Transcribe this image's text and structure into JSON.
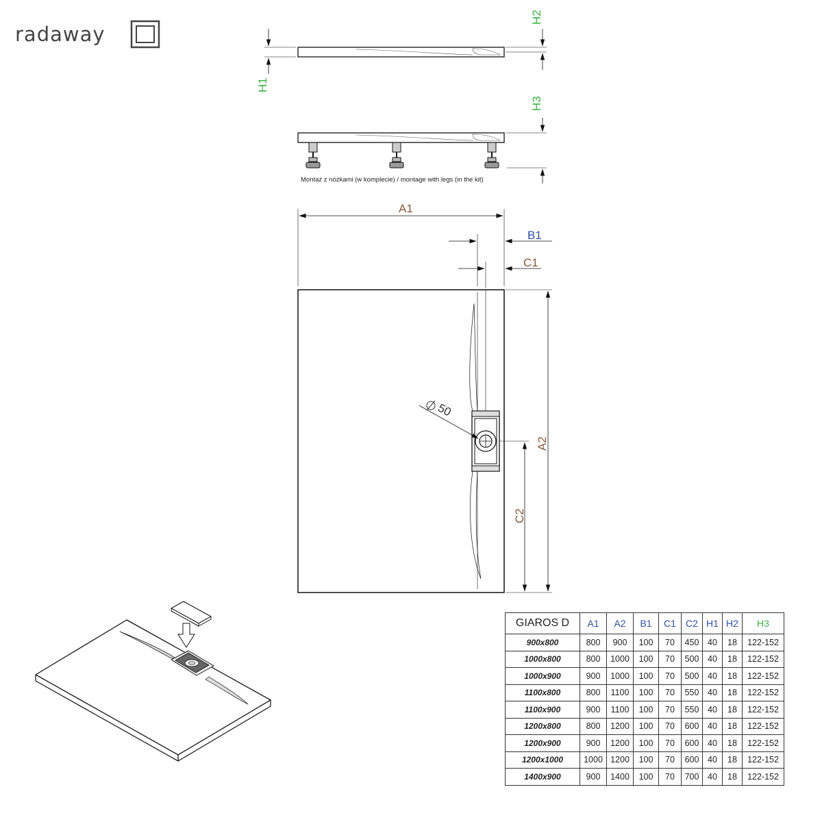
{
  "brand": {
    "name": "radaway",
    "logo_icon": "square-frame-logo-icon"
  },
  "labels": {
    "h1": "H1",
    "h2": "H2",
    "h3": "H3",
    "a1": "A1",
    "a2": "A2",
    "b1": "B1",
    "c1": "C1",
    "c2": "C2",
    "drain": "50"
  },
  "label_colors": {
    "h": "#3cb043",
    "a": "#8b5a3c",
    "b": "#2f4fa8",
    "c": "#8b5a3c"
  },
  "montage_note": "Montaż z nóżkami (w komplecie) / montage with legs (in the kit)",
  "table": {
    "headers": [
      "GIAROS D",
      "A1",
      "A2",
      "B1",
      "C1",
      "C2",
      "H1",
      "H2",
      "H3"
    ],
    "header_colors": [
      "#222222",
      "#2f4fa8",
      "#2f4fa8",
      "#2f4fa8",
      "#2f4fa8",
      "#2f4fa8",
      "#2f4fa8",
      "#2f4fa8",
      "#3cb043"
    ],
    "rows": [
      [
        "900x800",
        "800",
        "900",
        "100",
        "70",
        "450",
        "40",
        "18",
        "122-152"
      ],
      [
        "1000x800",
        "800",
        "1000",
        "100",
        "70",
        "500",
        "40",
        "18",
        "122-152"
      ],
      [
        "1000x900",
        "900",
        "1000",
        "100",
        "70",
        "500",
        "40",
        "18",
        "122-152"
      ],
      [
        "1100x800",
        "800",
        "1100",
        "100",
        "70",
        "550",
        "40",
        "18",
        "122-152"
      ],
      [
        "1100x900",
        "900",
        "1100",
        "100",
        "70",
        "550",
        "40",
        "18",
        "122-152"
      ],
      [
        "1200x800",
        "800",
        "1200",
        "100",
        "70",
        "600",
        "40",
        "18",
        "122-152"
      ],
      [
        "1200x900",
        "900",
        "1200",
        "100",
        "70",
        "600",
        "40",
        "18",
        "122-152"
      ],
      [
        "1200x1000",
        "1000",
        "1200",
        "100",
        "70",
        "600",
        "40",
        "18",
        "122-152"
      ],
      [
        "1400x900",
        "900",
        "1400",
        "100",
        "70",
        "700",
        "40",
        "18",
        "122-152"
      ]
    ]
  }
}
